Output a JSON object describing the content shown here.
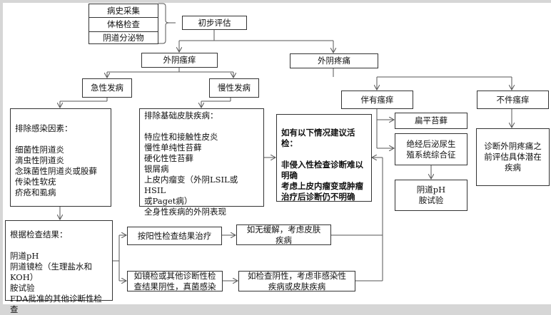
{
  "history_items": [
    "病史采集",
    "体格检查",
    "阴道分泌物"
  ],
  "initial_eval": "初步评估",
  "pruritus": "外阴瘙痒",
  "pain": "外阴疼痛",
  "acute": "急性发病",
  "chronic": "慢性发病",
  "infection_box": {
    "title": "排除感染因素：",
    "items": [
      "细菌性阴道炎",
      "滴虫性阴道炎",
      "念珠菌性阴道炎或股藓",
      "传染性软疣",
      "疥疮和虱病"
    ]
  },
  "skin_box": {
    "title": "排除基础皮肤疾病：",
    "items": [
      "特应性和接触性皮炎",
      "慢性单纯性苔藓",
      "硬化性性苔藓",
      "银屑病",
      "上皮内瘤变（外阴LSIL或HSIL",
      "或Paget病）",
      "全身性疾病的外阴表现"
    ]
  },
  "biopsy_box": {
    "title": "如有以下情况建议活检：",
    "items": [
      "非侵入性检查诊断难以明确",
      "考虑上皮内瘤变或肿瘤治疗后诊断仍不明确"
    ]
  },
  "with_pruritus": "伴有瘙痒",
  "without_pruritus": "不件瘙痒",
  "lichen_planus": "扁平苔藓",
  "gsm": "绝经后泌尿生殖系统综合征",
  "ph_test": "阴道pH\n胺试验",
  "pain_eval": "诊断外阴疼痛之前评估具体潜在疾病",
  "results_box": {
    "title": "根据检查结果：",
    "items": [
      "阴道pH",
      "阴道镜检（生理盐水和KOH）",
      "胺试验",
      "FDA批准的其他诊断性检查"
    ]
  },
  "treat_positive": "按阳性检查结果治疗",
  "no_relief": "如无缓解，考虑皮肤疾病",
  "fungal": "如镜检或其他诊断性检查结果阴性，真菌感染",
  "negative": "如检查阴性，考虑非感染性疾病或皮肤疾病"
}
